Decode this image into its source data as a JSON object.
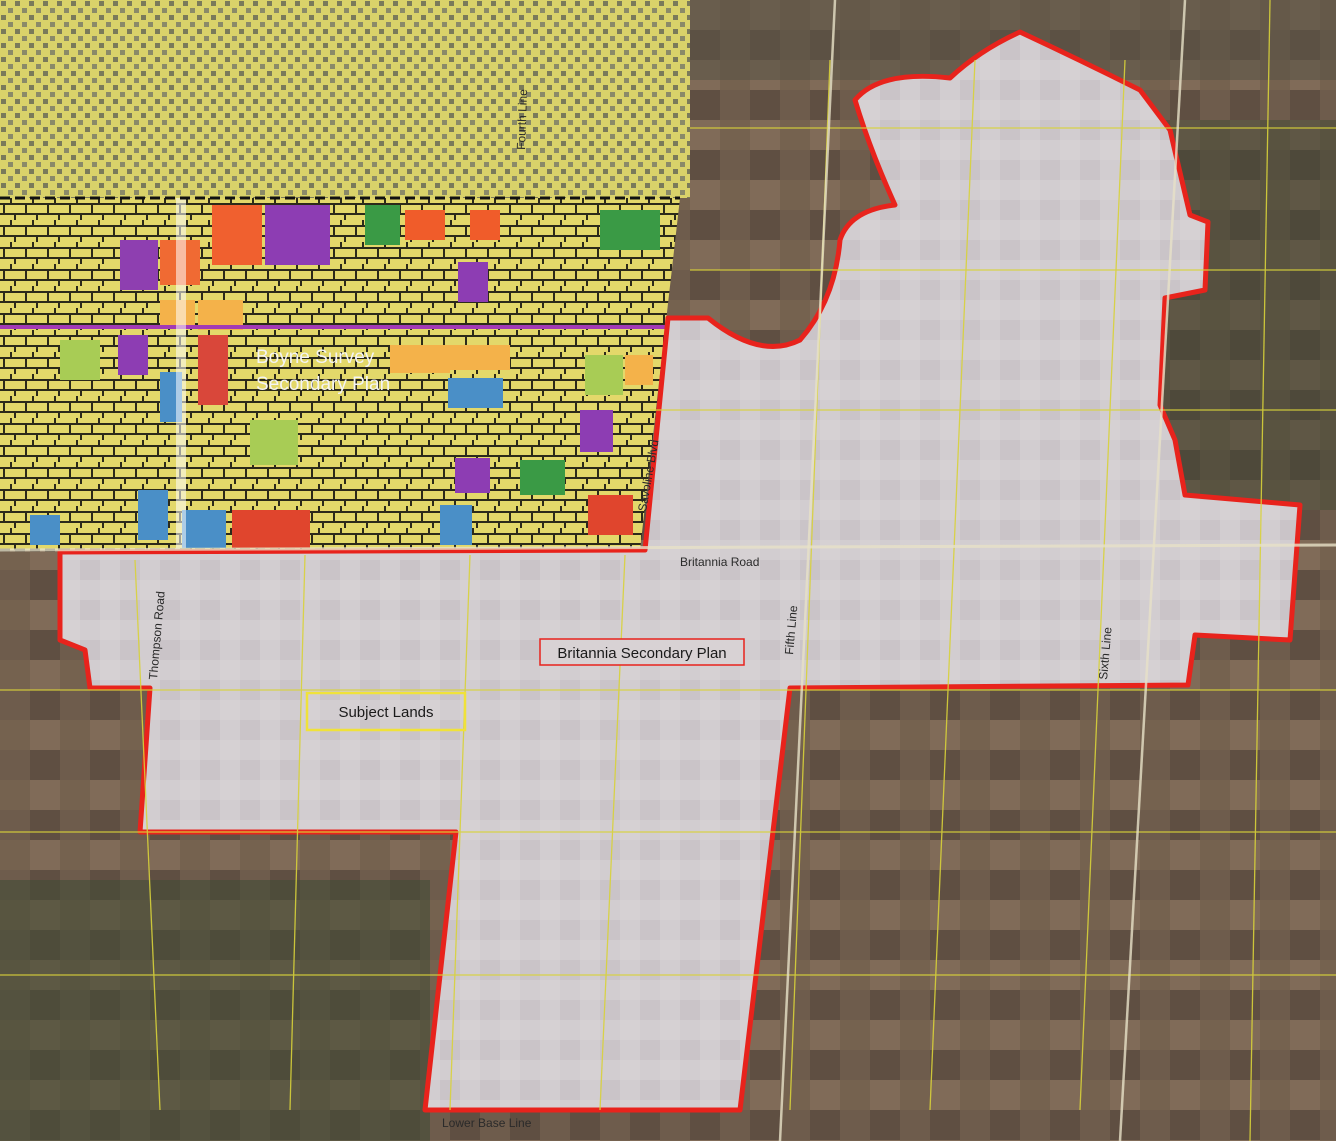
{
  "plans": {
    "boyne_survey": "Boyne Survey Secondary Plan",
    "boyne_line1": "Boyne Survey",
    "boyne_line2": "Secondary Plan",
    "britannia": "Britannia Secondary Plan"
  },
  "roads": {
    "britannia_road": "Britannia Road",
    "thompson_road": "Thompson Road",
    "fifth_line": "Fifth Line",
    "sixth_line": "Sixth Line",
    "fourth_line": "Fourth Line",
    "savoline": "Savoline Blvd",
    "lower_base_line": "Lower Base Line"
  },
  "subject_lands": "Subject Lands",
  "colors": {
    "britannia_boundary": "#e8231c",
    "subject_lands_box": "#f0e23a",
    "parcel_lines": "#d8d23a",
    "britannia_fill": "#cfc9cc",
    "farmland": "#6b5a4a",
    "residential": "#e6e073"
  }
}
